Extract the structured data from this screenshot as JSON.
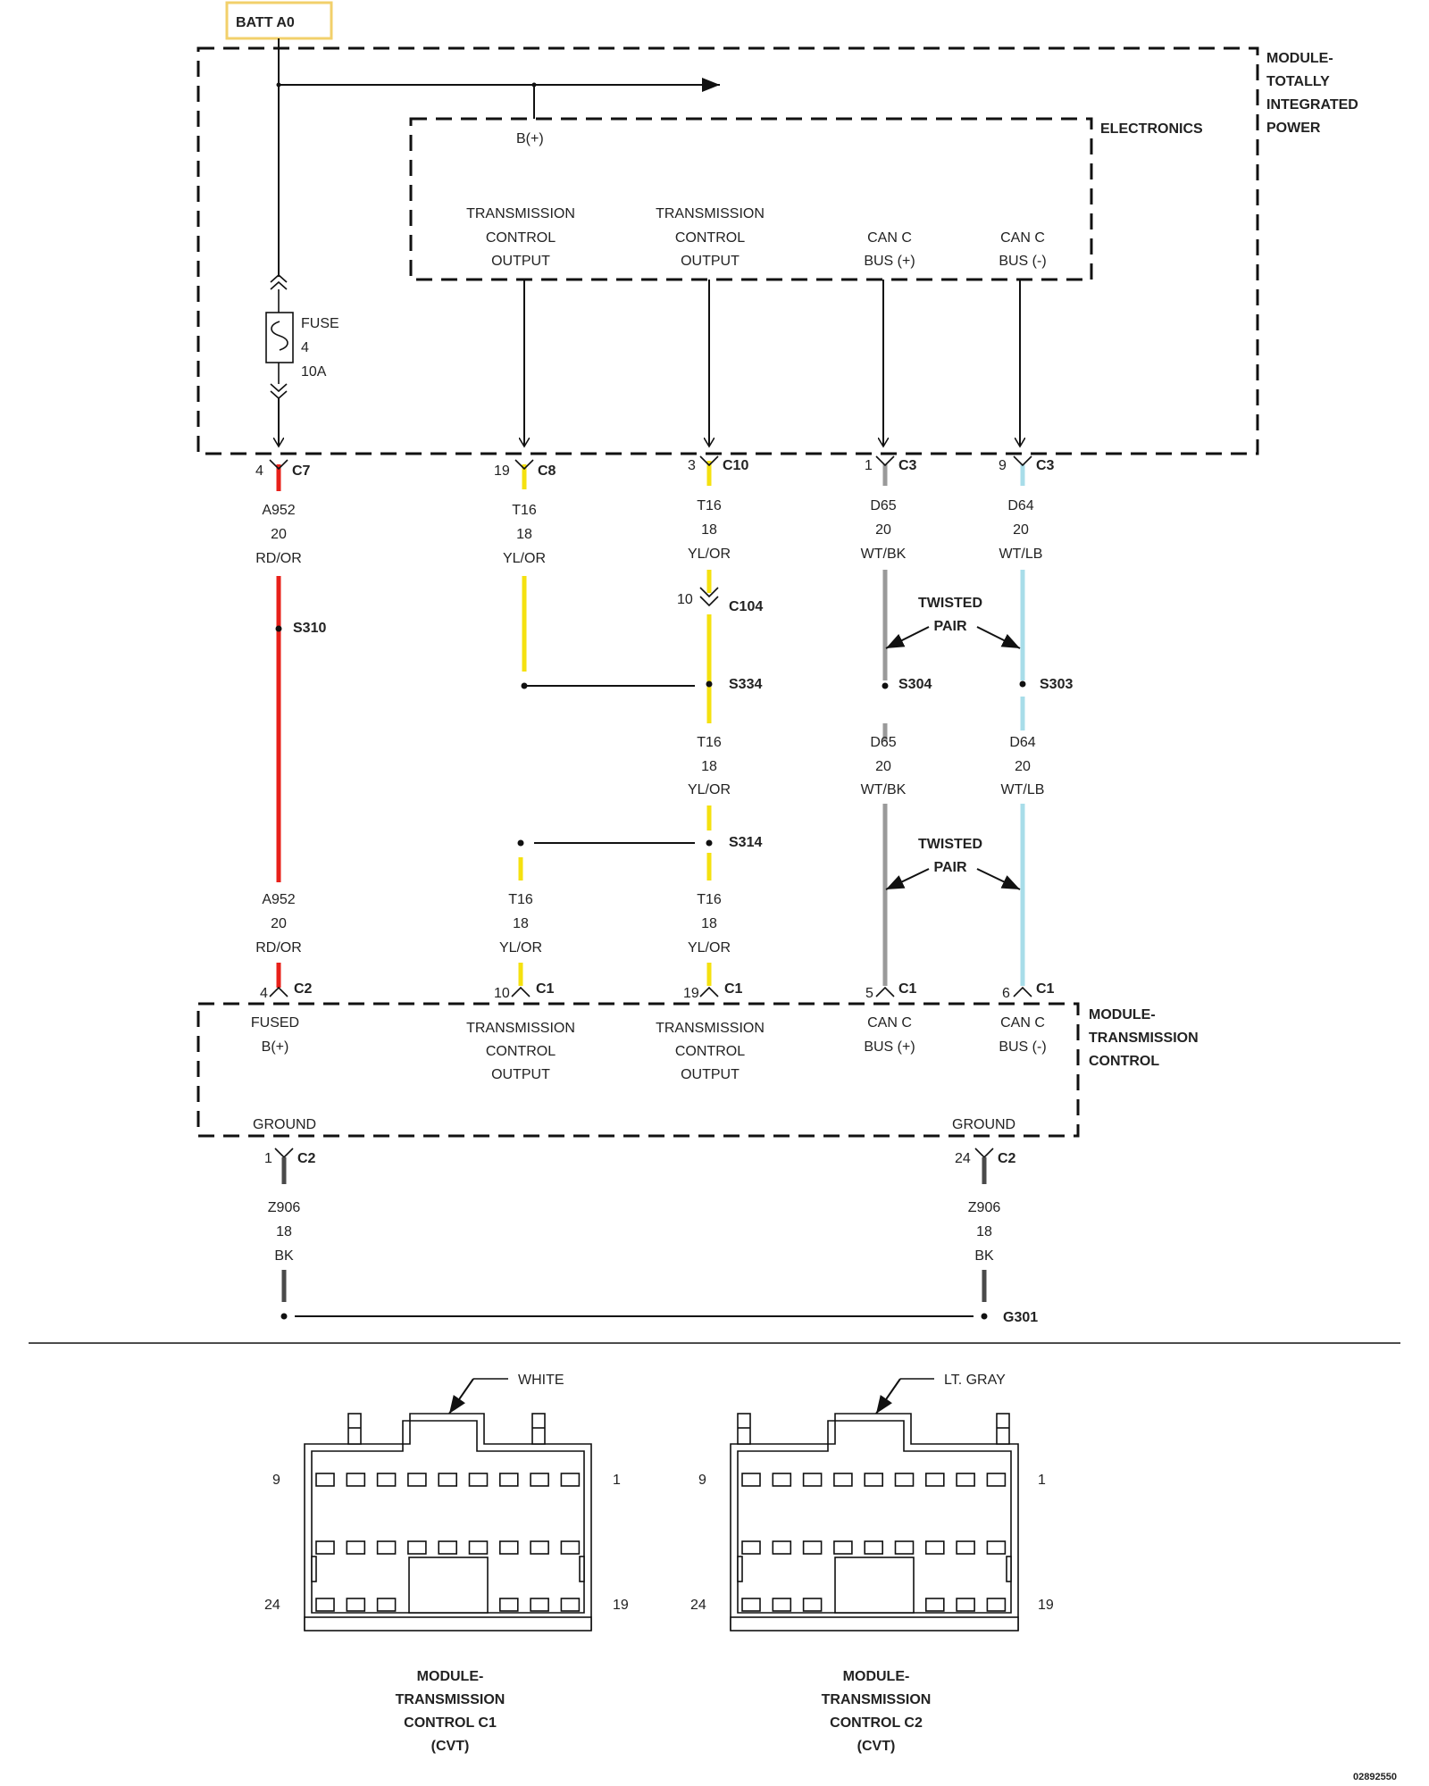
{
  "batt": "BATT A0",
  "modules": {
    "tipm": [
      "MODULE-",
      "TOTALLY",
      "INTEGRATED",
      "POWER"
    ],
    "electronics": "ELECTRONICS",
    "tcm": [
      "MODULE-",
      "TRANSMISSION",
      "CONTROL"
    ]
  },
  "b_plus": "B(+)",
  "fuse": [
    "FUSE",
    "4",
    "10A"
  ],
  "colors": {
    "red": "#e8201a",
    "yellow": "#f5e10f",
    "gray": "#9a9a9a",
    "lightblue": "#a8dde9",
    "black": "#4a4a4a"
  },
  "tipm_pins": [
    {
      "lines": [
        "TRANSMISSION",
        "CONTROL",
        "OUTPUT"
      ]
    },
    {
      "lines": [
        "TRANSMISSION",
        "CONTROL",
        "OUTPUT"
      ]
    },
    {
      "lines": [
        "CAN C",
        "BUS (+)"
      ]
    },
    {
      "lines": [
        "CAN C",
        "BUS (-)"
      ]
    }
  ],
  "top_connectors": [
    {
      "pin": "4",
      "conn": "C7"
    },
    {
      "pin": "19",
      "conn": "C8"
    },
    {
      "pin": "3",
      "conn": "C10"
    },
    {
      "pin": "1",
      "conn": "C3"
    },
    {
      "pin": "9",
      "conn": "C3"
    }
  ],
  "wires_upper": [
    [
      "A952",
      "20",
      "RD/OR"
    ],
    [
      "T16",
      "18",
      "YL/OR"
    ],
    [
      "T16",
      "18",
      "YL/OR"
    ],
    [
      "D65",
      "20",
      "WT/BK"
    ],
    [
      "D64",
      "20",
      "WT/LB"
    ]
  ],
  "c104": {
    "pin": "10",
    "conn": "C104"
  },
  "splices": [
    "S310",
    "S334",
    "S304",
    "S303",
    "S314"
  ],
  "twisted_pair": [
    "TWISTED",
    "PAIR"
  ],
  "wires_mid": [
    [
      "T16",
      "18",
      "YL/OR"
    ],
    [
      "D65",
      "20",
      "WT/BK"
    ],
    [
      "D64",
      "20",
      "WT/LB"
    ]
  ],
  "wires_lower": [
    [
      "A952",
      "20",
      "RD/OR"
    ],
    [
      "T16",
      "18",
      "YL/OR"
    ],
    [
      "T16",
      "18",
      "YL/OR"
    ]
  ],
  "bottom_connectors": [
    {
      "pin": "4",
      "conn": "C2"
    },
    {
      "pin": "10",
      "conn": "C1"
    },
    {
      "pin": "19",
      "conn": "C1"
    },
    {
      "pin": "5",
      "conn": "C1"
    },
    {
      "pin": "6",
      "conn": "C1"
    }
  ],
  "tcm_pins": [
    [
      "FUSED",
      "B(+)"
    ],
    [
      "TRANSMISSION",
      "CONTROL",
      "OUTPUT"
    ],
    [
      "TRANSMISSION",
      "CONTROL",
      "OUTPUT"
    ],
    [
      "CAN C",
      "BUS (+)"
    ],
    [
      "CAN C",
      "BUS (-)"
    ]
  ],
  "ground_label": "GROUND",
  "ground_connectors": [
    {
      "pin": "1",
      "conn": "C2"
    },
    {
      "pin": "24",
      "conn": "C2"
    }
  ],
  "ground_wire": [
    "Z906",
    "18",
    "BK"
  ],
  "ground_point": "G301",
  "connector_views": [
    {
      "color_label": "WHITE",
      "pin_labels": [
        "9",
        "1",
        "24",
        "19"
      ],
      "title": [
        "MODULE-",
        "TRANSMISSION",
        "CONTROL C1",
        "(CVT)"
      ]
    },
    {
      "color_label": "LT. GRAY",
      "pin_labels": [
        "9",
        "1",
        "24",
        "19"
      ],
      "title": [
        "MODULE-",
        "TRANSMISSION",
        "CONTROL C2",
        "(CVT)"
      ]
    }
  ],
  "figure_id": "02892550"
}
